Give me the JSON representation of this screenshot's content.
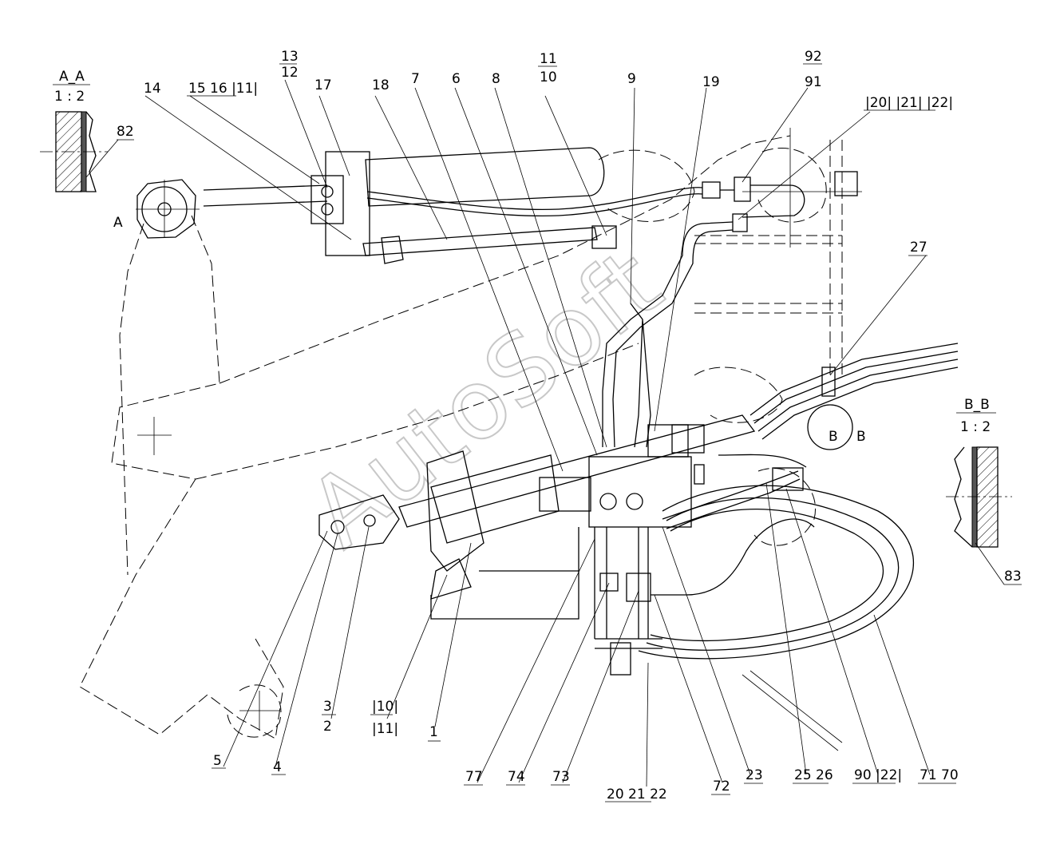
{
  "watermark": "AutoSoft",
  "sections": {
    "a": {
      "title": "A_A",
      "scale": "1 : 2",
      "callout": "82",
      "marker": "A"
    },
    "b": {
      "title": "B_B",
      "scale": "1 : 2",
      "callout": "83",
      "marker_left": "B",
      "marker_right": "B"
    }
  },
  "callouts": [
    "13",
    "12",
    "17",
    "18",
    "7",
    "6",
    "8",
    "11",
    "10",
    "9",
    "19",
    "92",
    "91",
    "|20| |21| |22|",
    "15 16 |11|",
    "14",
    "27",
    "5",
    "4",
    "3",
    "2",
    "|10|",
    "|11|",
    "1",
    "77",
    "74",
    "73",
    "20 21 22",
    "72",
    "23",
    "25 26",
    "90 |22|",
    "71 70"
  ]
}
